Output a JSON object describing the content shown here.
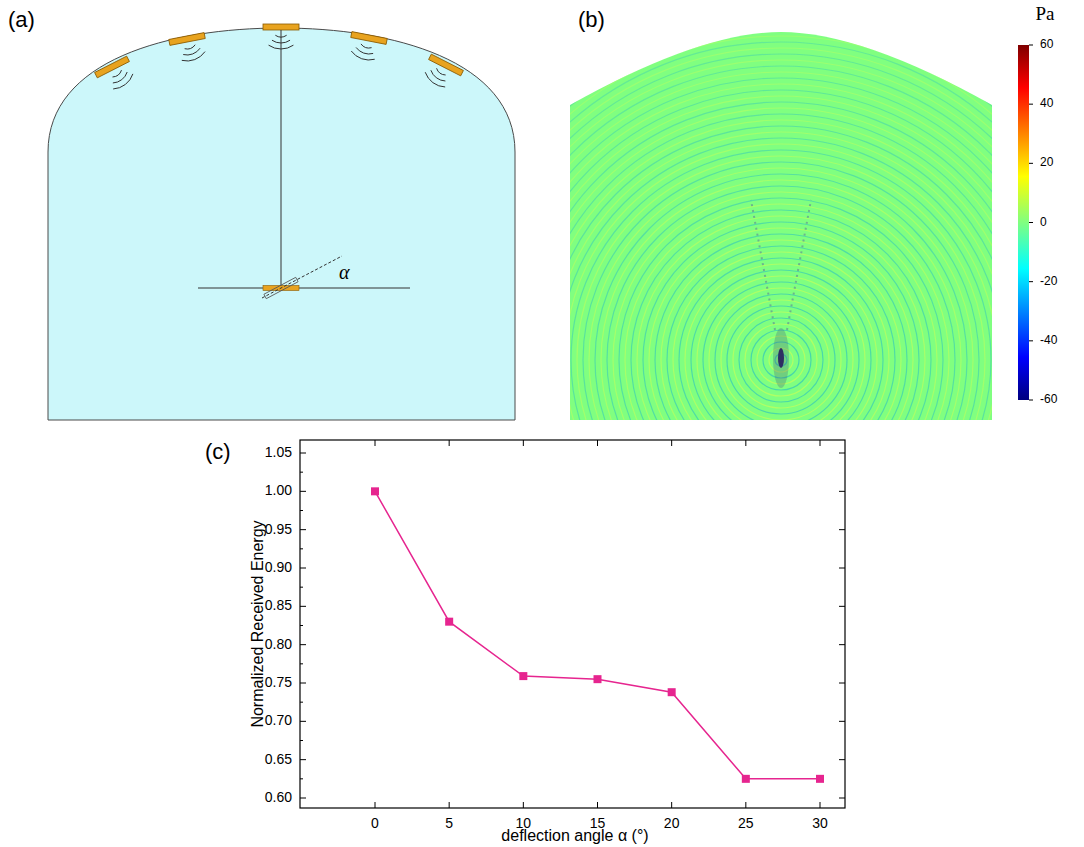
{
  "diagram": {
    "labels": [
      "(a)",
      "α",
      "(b)",
      "Pa",
      "60",
      "40",
      "20",
      "0",
      "-20",
      "-40",
      "-60",
      "(c)",
      "1.05",
      "1.00",
      "0.95",
      "0.90",
      "0.85",
      "0.80",
      "0.75",
      "0.70",
      "0.65",
      "0.60",
      "0",
      "5",
      "10",
      "15",
      "20",
      "25",
      "30",
      "Normalized Received Energy",
      "deflection angle α (°)"
    ]
  }
}
